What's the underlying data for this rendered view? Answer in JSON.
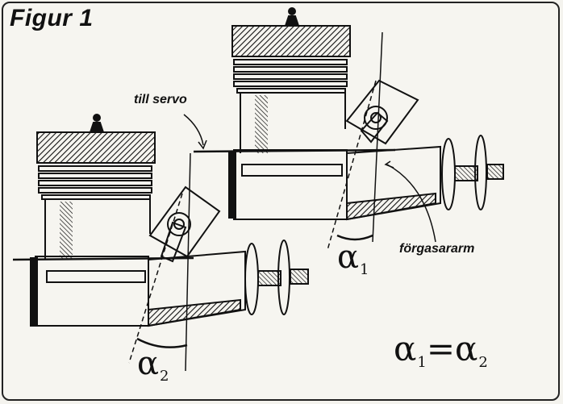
{
  "figure": {
    "title": "Figur 1",
    "label_servo": "till servo",
    "label_arm": "förgasararm",
    "alpha1": {
      "symbol": "α",
      "sub": "1"
    },
    "alpha2": {
      "symbol": "α",
      "sub": "2"
    },
    "equation": {
      "lhs": "α",
      "lhs_sub": "1",
      "op": "=",
      "rhs": "α",
      "rhs_sub": "2"
    }
  },
  "colors": {
    "ink": "#111111",
    "paper": "#f6f5f0"
  }
}
